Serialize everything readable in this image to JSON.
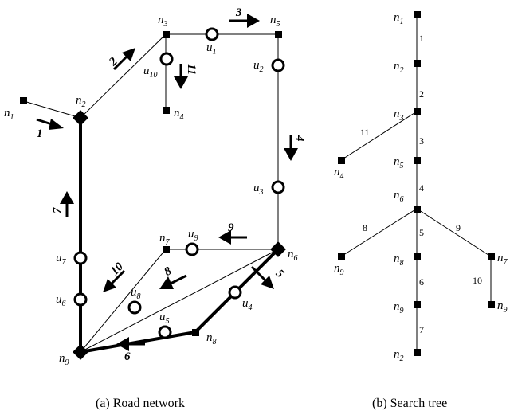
{
  "road_network": {
    "caption": "(a) Road network",
    "nodes": [
      "n1",
      "n2",
      "n3",
      "n4",
      "n5",
      "n6",
      "n7",
      "n8",
      "n9"
    ],
    "pois": [
      "u1",
      "u2",
      "u3",
      "u4",
      "u5",
      "u6",
      "u7",
      "u8",
      "u9",
      "u10"
    ],
    "arrow_labels": [
      "1",
      "2",
      "3",
      "4",
      "5",
      "6",
      "7",
      "8",
      "9",
      "10",
      "11"
    ]
  },
  "search_tree": {
    "caption": "(b) Search tree",
    "nodes": [
      "n1",
      "n2",
      "n3",
      "n4",
      "n5",
      "n6",
      "n7",
      "n8",
      "n9",
      "n2",
      "n9"
    ],
    "edge_labels": [
      "1",
      "2",
      "3",
      "11",
      "4",
      "5",
      "8",
      "9",
      "6",
      "7",
      "10"
    ]
  }
}
